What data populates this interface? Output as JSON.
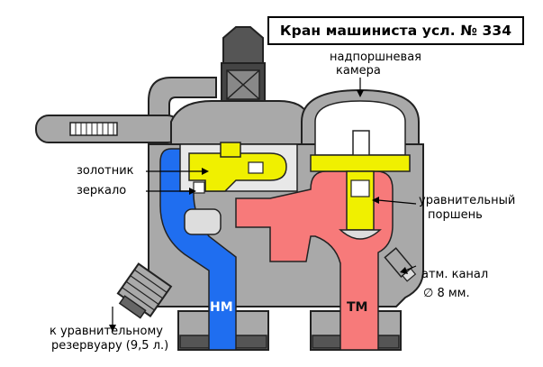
{
  "title": "Кран машиниста усл. № 334",
  "labels": {
    "chamber_line1": "надпоршневая",
    "chamber_line2": "камера",
    "spool": "золотник",
    "mirror": "зеркало",
    "piston_line1": "уравнительный",
    "piston_line2": "поршень",
    "atm_line1": "атм. канал",
    "atm_line2": "∅ 8 мм.",
    "reservoir_line1": "к уравнительному",
    "reservoir_line2": "резервуару (9,5 л.)"
  },
  "channels": {
    "nm": "НМ",
    "tm": "ТМ"
  },
  "colors": {
    "body_gray": "#a9a9a9",
    "outline": "#222222",
    "nm_blue": "#1f6ef0",
    "tm_pink": "#f77a7a",
    "yellow": "#f0f000",
    "white": "#ffffff"
  }
}
